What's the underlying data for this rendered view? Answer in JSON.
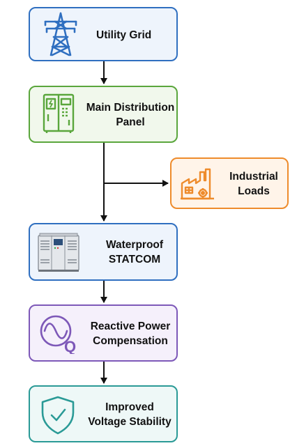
{
  "diagram": {
    "nodes": {
      "utility_grid": {
        "label": "Utility Grid",
        "icon": "transmission-tower-icon",
        "color": "#2f6fc0"
      },
      "main_panel": {
        "label": "Main Distribution\nPanel",
        "icon": "electrical-panel-icon",
        "color": "#5aa63c"
      },
      "industrial_loads": {
        "label": "Industrial\nLoads",
        "icon": "factory-icon",
        "color": "#ee8b2b"
      },
      "statcom": {
        "label": "Waterproof\nSTATCOM",
        "icon": "statcom-cabinet-icon",
        "color": "#2f6fc0"
      },
      "compensation": {
        "label": "Reactive Power\nCompensation",
        "icon": "sine-wave-q-icon",
        "color": "#7d58b8"
      },
      "stability": {
        "label": "Improved\nVoltage Stability",
        "icon": "shield-check-icon",
        "color": "#2a9a96"
      }
    },
    "edges": [
      {
        "from": "utility_grid",
        "to": "main_panel"
      },
      {
        "from": "main_panel",
        "to": "statcom"
      },
      {
        "from": "main_panel",
        "to": "industrial_loads"
      },
      {
        "from": "statcom",
        "to": "compensation"
      },
      {
        "from": "compensation",
        "to": "stability"
      }
    ]
  }
}
